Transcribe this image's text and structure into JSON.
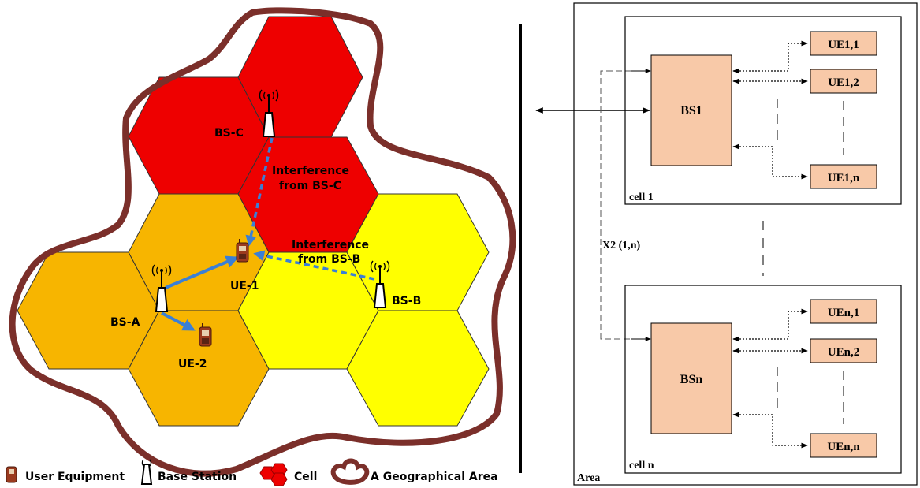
{
  "colors": {
    "red_cell": "#ee0000",
    "orange_cell": "#f7b500",
    "yellow_cell": "#ffff00",
    "area_border": "#7b2f2a",
    "link_blue": "#3a7fd6",
    "node_fill": "#f8c9a8",
    "ue_brown": "#9b3a1e"
  },
  "left": {
    "labels": {
      "bs_a": "BS-A",
      "bs_b": "BS-B",
      "bs_c": "BS-C",
      "ue_1": "UE-1",
      "ue_2": "UE-2",
      "interference_c_line1": "Interference",
      "interference_c_line2": "from BS-C",
      "interference_b_line1": "Interference",
      "interference_b_line2": "from BS-B"
    },
    "legend": {
      "user_equipment": "User Equipment",
      "base_station": "Base Station",
      "cell": "Cell",
      "area": "A Geographical Area"
    }
  },
  "right": {
    "area_label": "Area",
    "x2_label": "X2 (1,n)",
    "cell1": {
      "label": "cell 1",
      "bs": "BS1",
      "ues": [
        "UE1,1",
        "UE1,2",
        "UE1,n"
      ]
    },
    "celln": {
      "label": "cell n",
      "bs": "BSn",
      "ues": [
        "UEn,1",
        "UEn,2",
        "UEn,n"
      ]
    }
  }
}
